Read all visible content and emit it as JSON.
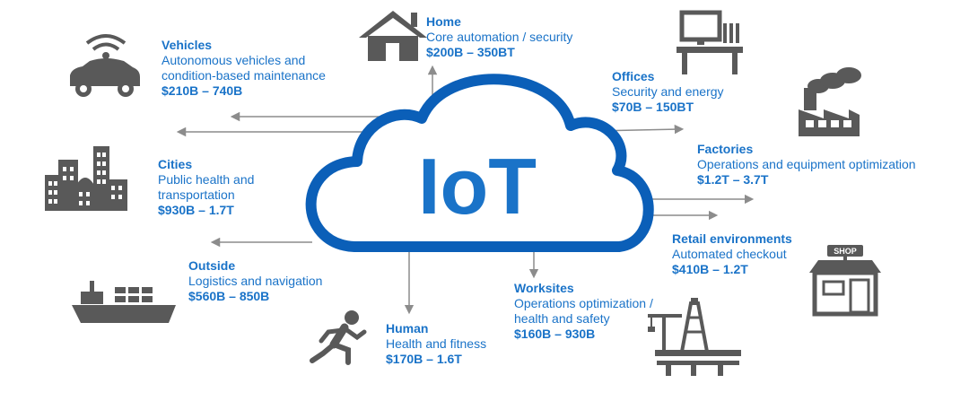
{
  "center": {
    "label": "IoT"
  },
  "colors": {
    "accent": "#1a73c8",
    "cloud_stroke": "#0b5fb8",
    "icon": "#595959",
    "connector": "#8c8c8c"
  },
  "categories": [
    {
      "id": "home",
      "title": "Home",
      "desc": [
        "Core automation / security"
      ],
      "value": "$200B – 350BT",
      "icon": "house-icon"
    },
    {
      "id": "vehicles",
      "title": "Vehicles",
      "desc": [
        "Autonomous vehicles and",
        "condition-based maintenance"
      ],
      "value": "$210B – 740B",
      "icon": "connected-car-icon"
    },
    {
      "id": "offices",
      "title": "Offices",
      "desc": [
        "Security and energy"
      ],
      "value": "$70B – 150BT",
      "icon": "office-desk-icon"
    },
    {
      "id": "factories",
      "title": "Factories",
      "desc": [
        "Operations and equipment optimization"
      ],
      "value": "$1.2T – 3.7T",
      "icon": "factory-icon"
    },
    {
      "id": "cities",
      "title": "Cities",
      "desc": [
        "Public health and",
        "transportation"
      ],
      "value": "$930B – 1.7T",
      "icon": "city-buildings-icon"
    },
    {
      "id": "retail",
      "title": "Retail environments",
      "desc": [
        "Automated checkout"
      ],
      "value": "$410B – 1.2T",
      "icon": "shop-icon",
      "icon_text": "SHOP"
    },
    {
      "id": "outside",
      "title": "Outside",
      "desc": [
        "Logistics and navigation"
      ],
      "value": "$560B – 850B",
      "icon": "cargo-ship-icon"
    },
    {
      "id": "worksites",
      "title": "Worksites",
      "desc": [
        "Operations optimization /",
        "health and safety"
      ],
      "value": "$160B – 930B",
      "icon": "oil-rig-icon"
    },
    {
      "id": "human",
      "title": "Human",
      "desc": [
        "Health and fitness"
      ],
      "value": "$170B – 1.6T",
      "icon": "runner-icon"
    }
  ]
}
